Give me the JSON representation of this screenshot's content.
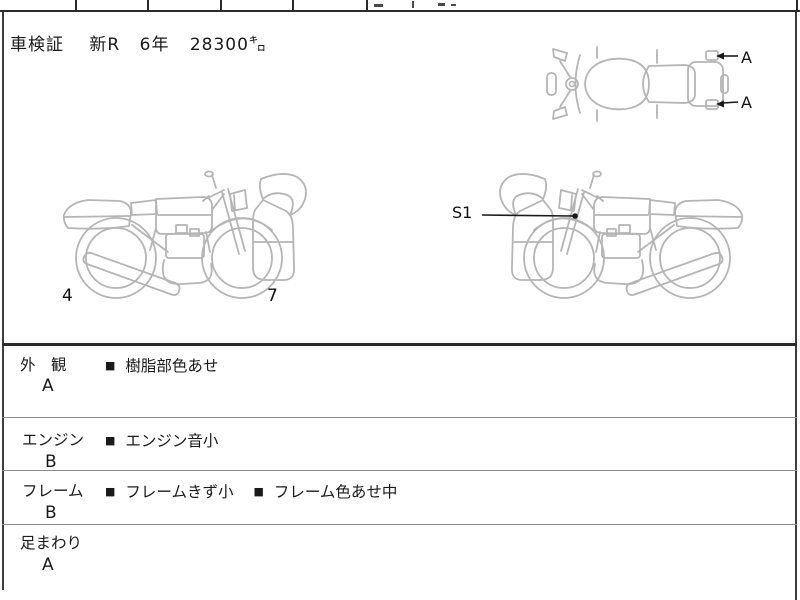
{
  "colors": {
    "background": "#ffffff",
    "line_art": "#b5b5b5",
    "table_border": "#2b2b2b",
    "thin_divider": "#8c8c8c",
    "text": "#1a1a1a"
  },
  "inspection_line": {
    "label": "車検証",
    "registration": "新R",
    "years": "6年",
    "mileage": "28300㌔"
  },
  "annotations": {
    "top_view": [
      {
        "label": "A"
      },
      {
        "label": "A"
      }
    ],
    "side_view_left": [
      {
        "label": "4"
      },
      {
        "label": "7"
      }
    ],
    "side_view_right": [
      {
        "label": "S1"
      }
    ]
  },
  "condition": {
    "bullet": "■",
    "rows": [
      {
        "category": "外　観",
        "grade": "A",
        "comments": [
          "樹脂部色あせ"
        ]
      },
      {
        "category": "エンジン",
        "grade": "B",
        "comments": [
          "エンジン音小"
        ]
      },
      {
        "category": "フレーム",
        "grade": "B",
        "comments": [
          "フレームきず小",
          "フレーム色あせ中"
        ]
      },
      {
        "category": "足まわり",
        "grade": "A",
        "comments": []
      }
    ]
  }
}
